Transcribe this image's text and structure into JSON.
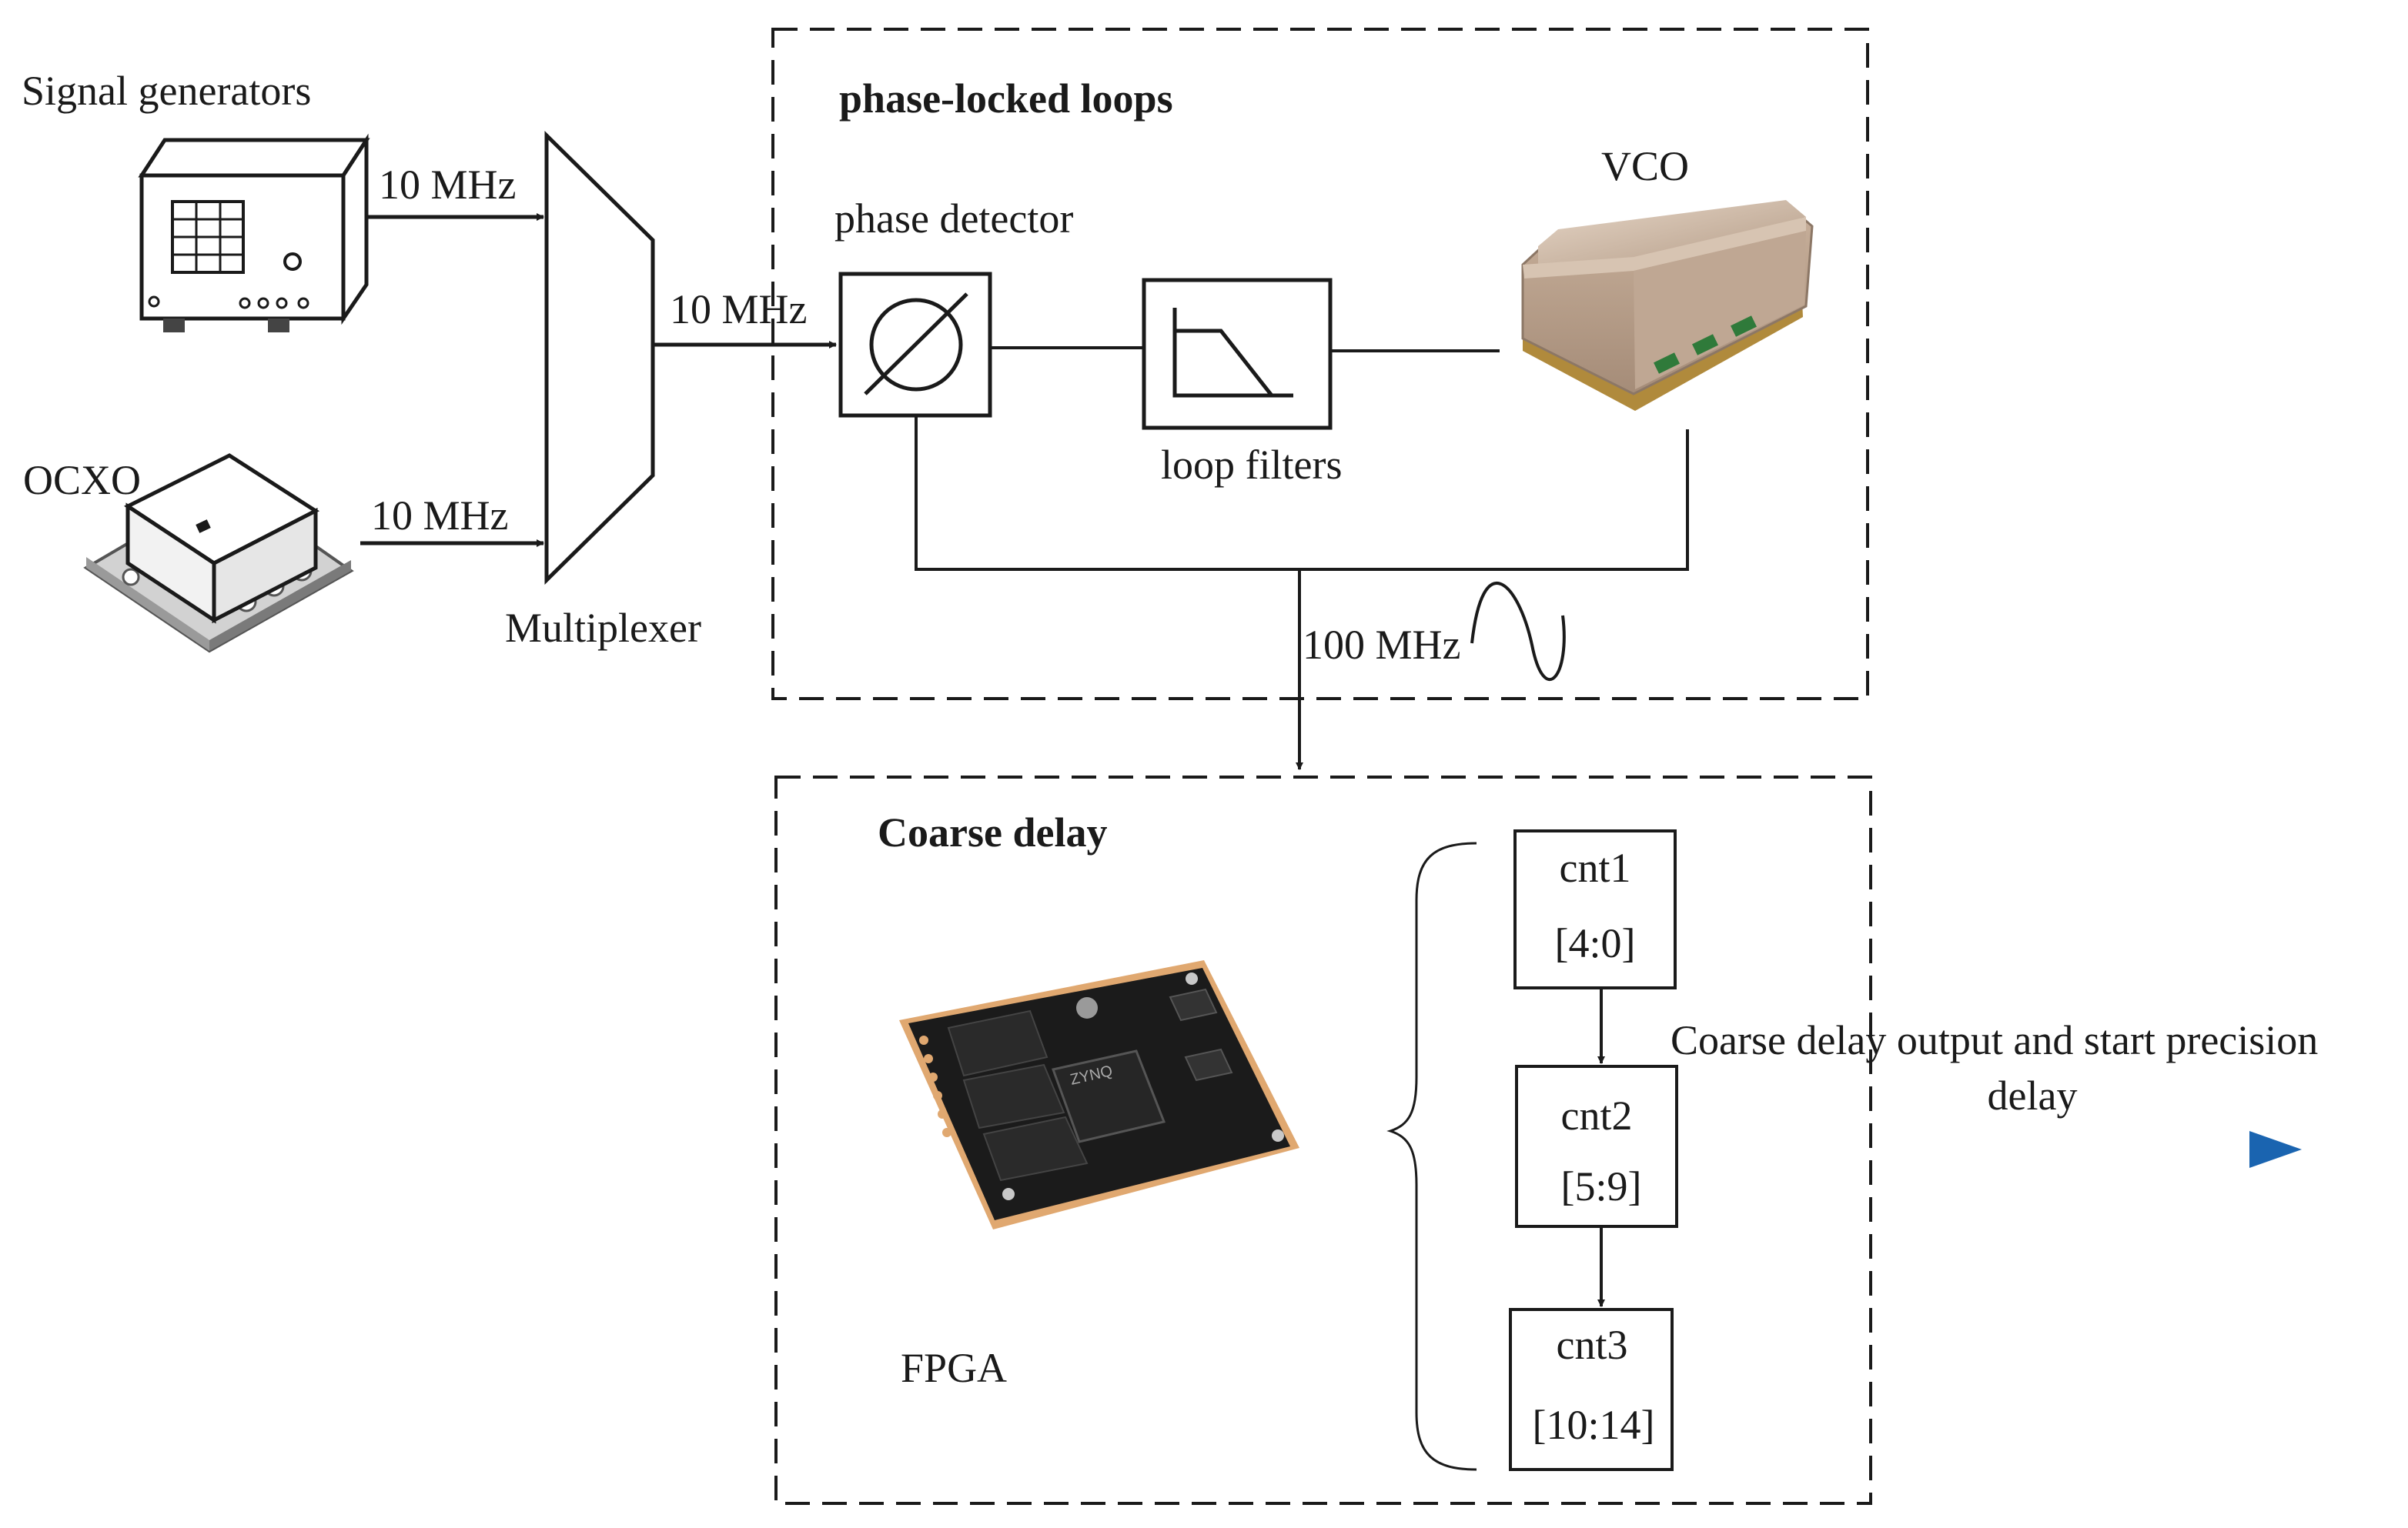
{
  "sources": {
    "signal_generator_label": "Signal generators",
    "ocxo_label": "OCXO",
    "gen_freq": "10 MHz",
    "ocxo_freq": "10 MHz",
    "mux_label": "Multiplexer",
    "mux_out_freq": "10 MHz"
  },
  "pll": {
    "title": "phase-locked loops",
    "phase_detector_label": "phase detector",
    "loop_filter_label": "loop filters",
    "vco_label": "VCO",
    "output_freq": "100 MHz"
  },
  "coarse": {
    "title": "Coarse delay",
    "fpga_label": "FPGA",
    "chip_text": "ZYNQ",
    "counters": [
      {
        "name": "cnt1",
        "range": "[4:0]"
      },
      {
        "name": "cnt2",
        "range": "[5:9]"
      },
      {
        "name": "cnt3",
        "range": "[10:14]"
      }
    ],
    "output_label_line1": "Coarse delay output and start precision",
    "output_label_line2": "delay"
  },
  "colors": {
    "line": "#1a1a1a",
    "arrow_blue": "#1f74c4",
    "pcb_black": "#1b1b1b",
    "pcb_edge": "#e0a870",
    "vco_metal": "#c9b5a2",
    "vco_base": "#b08a3c"
  }
}
